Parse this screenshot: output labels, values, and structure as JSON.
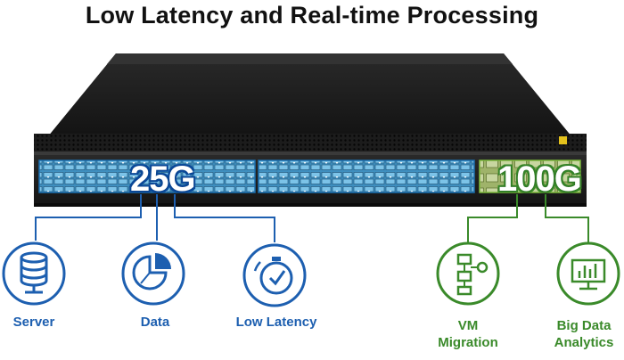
{
  "title": "Low Latency and Real-time Processing",
  "speeds": {
    "left": "25G",
    "right": "100G"
  },
  "features": [
    {
      "label": "Server",
      "icon": "database-icon",
      "group": "25G"
    },
    {
      "label": "Data",
      "icon": "pie-chart-icon",
      "group": "25G"
    },
    {
      "label": "Low Latency",
      "icon": "stopwatch-icon",
      "group": "25G"
    },
    {
      "label": "VM\nMigration",
      "icon": "flowchart-icon",
      "group": "100G"
    },
    {
      "label": "Big Data\nAnalytics",
      "icon": "monitor-chart-icon",
      "group": "100G"
    }
  ],
  "colors": {
    "blue": "#1d5fb0",
    "green": "#3a8a2a",
    "chassis": "#1a1a1a"
  }
}
